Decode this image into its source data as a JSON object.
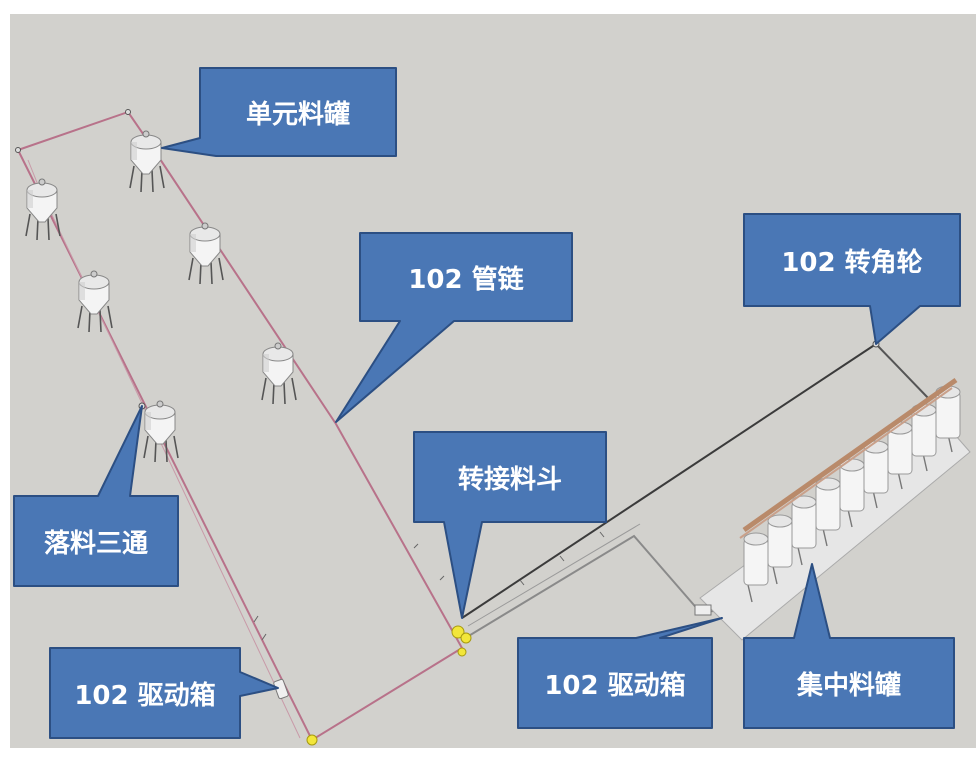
{
  "diagram": {
    "background_color": "#d2d1cd",
    "callout_color": "#4a77b5",
    "callout_border_color": "#2c4f83",
    "chain_line_color": "#b8728a",
    "return_line_color": "#3b3b3b",
    "accent_yellow": "#f2e63a",
    "labels": {
      "unit_silo": "单元料罐",
      "pipe_chain": "102 管链",
      "corner_wheel": "102 转角轮",
      "transfer_hopper": "转接料斗",
      "discharge_tee": "落料三通",
      "drive_box_left": "102 驱动箱",
      "drive_box_right": "102 驱动箱",
      "central_silo": "集中料罐"
    },
    "icons": [
      "silo-icon",
      "drive-box-icon",
      "hopper-icon",
      "corner-wheel-icon",
      "tee-icon"
    ]
  }
}
